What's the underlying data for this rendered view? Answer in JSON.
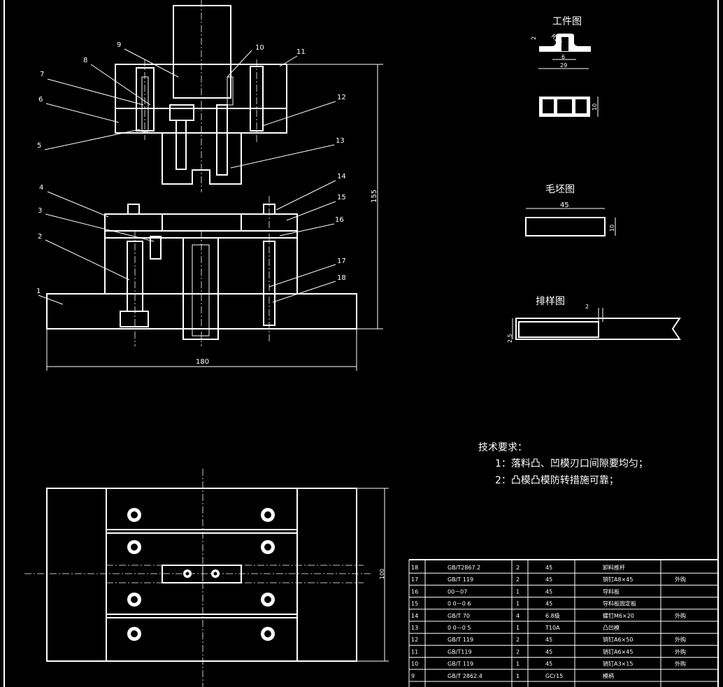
{
  "main_view": {
    "part_numbers": [
      "1",
      "2",
      "3",
      "4",
      "5",
      "6",
      "7",
      "8",
      "9",
      "10",
      "11",
      "12",
      "13",
      "14",
      "15",
      "16",
      "17",
      "18"
    ],
    "dim_height": "155",
    "dim_width": "180"
  },
  "workpiece": {
    "title": "工件图",
    "dim_radius": "R1.5",
    "dim_thickness": "2",
    "dim_inner": "6",
    "dim_width": "29",
    "dim_depth": "10"
  },
  "blank": {
    "title": "毛坯图",
    "dim_length": "45",
    "dim_width": "10"
  },
  "layout": {
    "title": "排样图",
    "dim_gap": "2",
    "dim_edge": "2.5"
  },
  "tech": {
    "title": "技术要求：",
    "items": [
      "1：落料凸、凹模刃口间隙要均匀；",
      "2：凸模凸模防转措施可靠；"
    ]
  },
  "plan_view": {
    "dim_height": "100"
  },
  "bom": [
    {
      "no": "18",
      "code": "GB/T2867.2",
      "qty": "2",
      "material": "45",
      "name": "卸料推杆",
      "note": ""
    },
    {
      "no": "17",
      "code": "GB/T 119",
      "qty": "2",
      "material": "45",
      "name": "销钉A8×45",
      "note": "外购"
    },
    {
      "no": "16",
      "code": "00－07",
      "qty": "1",
      "material": "45",
      "name": "导料板",
      "note": ""
    },
    {
      "no": "15",
      "code": "0 0－0 6",
      "qty": "1",
      "material": "45",
      "name": "导料板固定板",
      "note": ""
    },
    {
      "no": "14",
      "code": "GB/T 70",
      "qty": "4",
      "material": "6.8级",
      "name": "螺钉M6×20",
      "note": "外购"
    },
    {
      "no": "13",
      "code": "0 0－0 5",
      "qty": "1",
      "material": "T10A",
      "name": "凸凹模",
      "note": ""
    },
    {
      "no": "12",
      "code": "GB/T 119",
      "qty": "2",
      "material": "45",
      "name": "销钉A6×50",
      "note": "外购"
    },
    {
      "no": "11",
      "code": "GB/T119",
      "qty": "2",
      "material": "45",
      "name": "销钉A6×45",
      "note": "外购"
    },
    {
      "no": "10",
      "code": "GB/T 119",
      "qty": "1",
      "material": "45",
      "name": "销钉A3×15",
      "note": "外购"
    },
    {
      "no": "9",
      "code": "GB/T 2862.4",
      "qty": "1",
      "material": "GCr15",
      "name": "模柄",
      "note": ""
    }
  ]
}
